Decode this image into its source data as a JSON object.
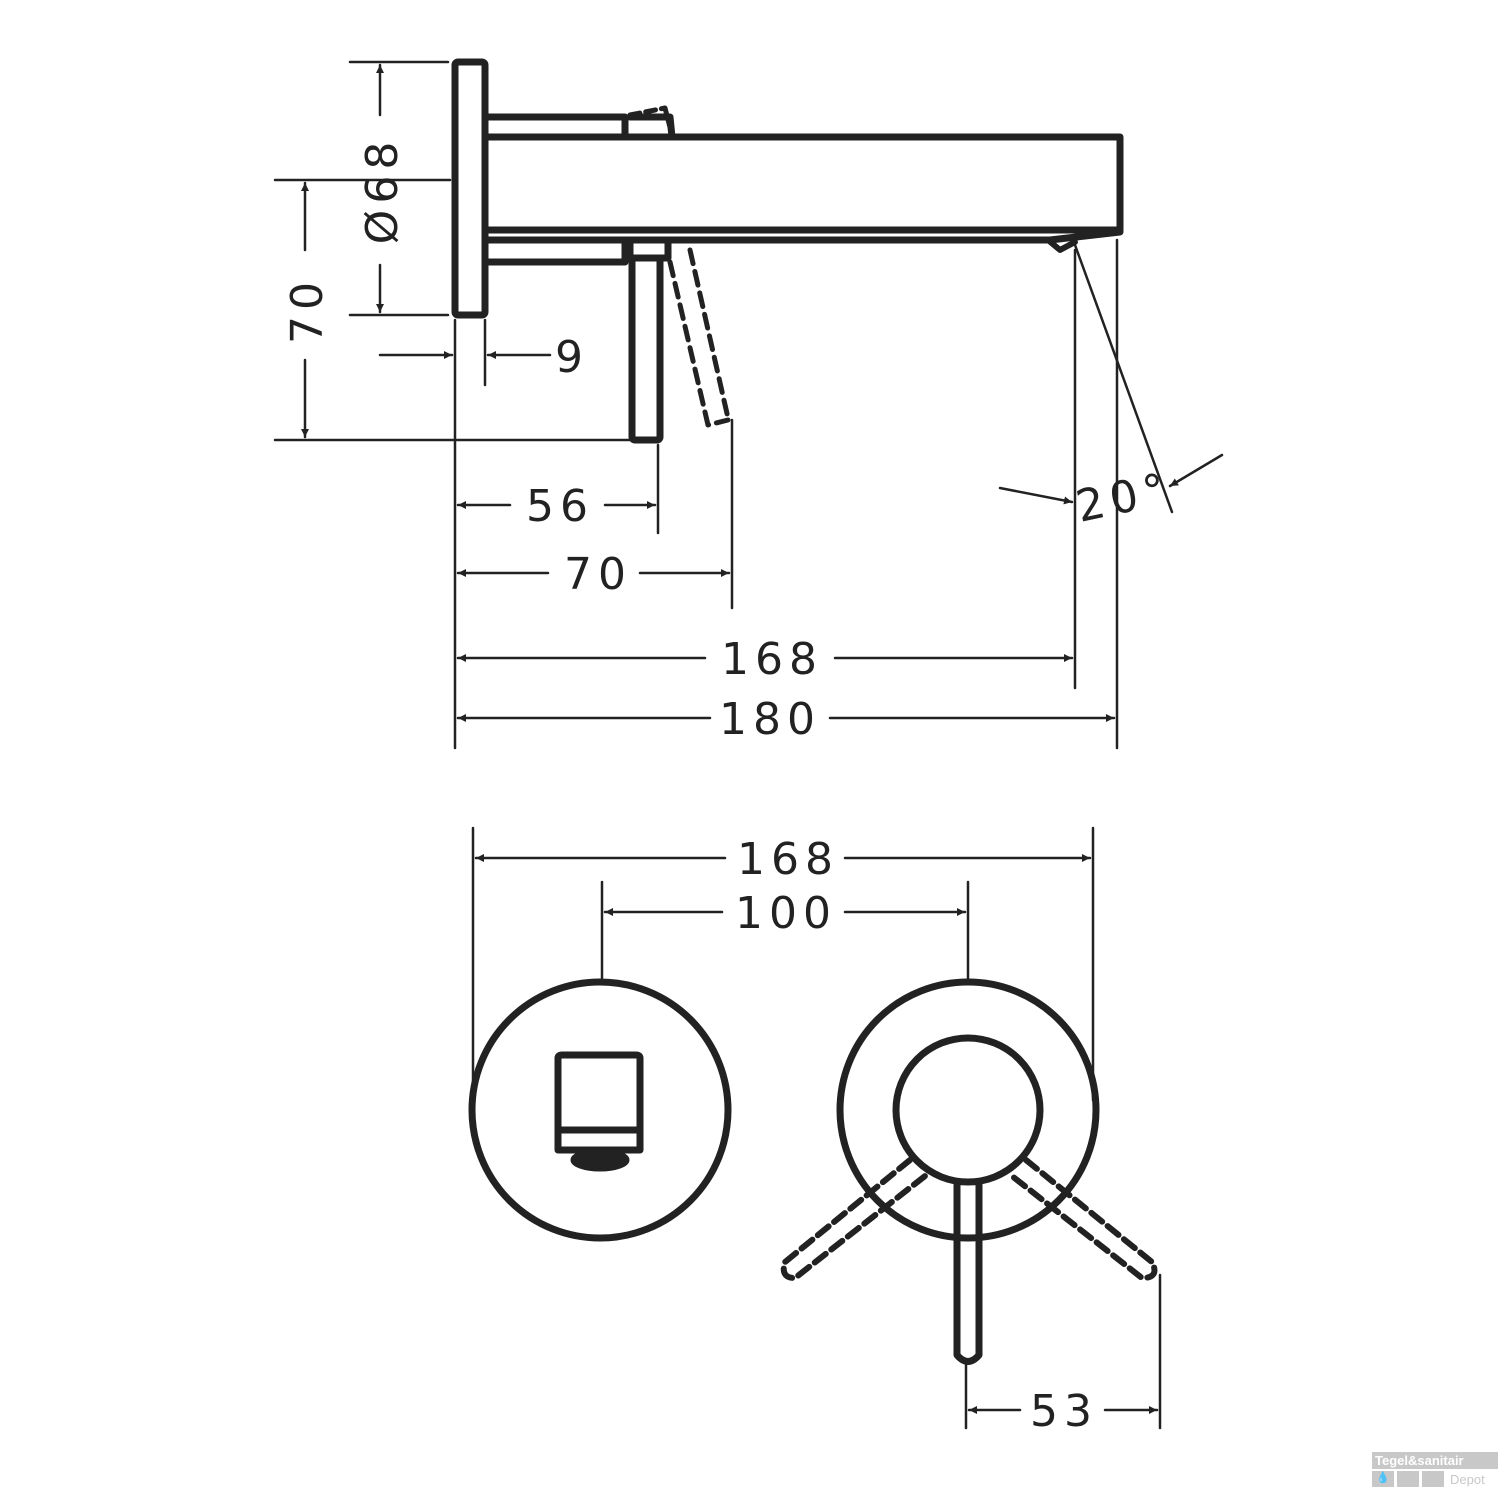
{
  "side_view": {
    "dimensions": {
      "flange_diameter": "Ø68",
      "height": "70",
      "flange_thickness": "9",
      "lever_distance": "56",
      "lever_tilt_distance": "70",
      "spout_outlet": "168",
      "spout_length": "180",
      "spout_angle": "20°"
    }
  },
  "front_view": {
    "dimensions": {
      "overall_width": "168",
      "center_distance": "100",
      "lever_swing": "53"
    }
  },
  "watermark": {
    "line1": "Tegel&sanitair",
    "line2": "Depot"
  },
  "colors": {
    "line": "#222222",
    "watermark": "#c8c8c8"
  }
}
